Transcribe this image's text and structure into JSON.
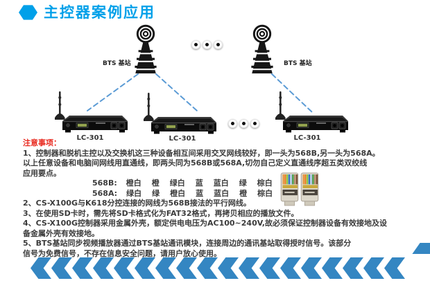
{
  "colors": {
    "accent_blue": "#00a0e9",
    "dashed_line_blue": "#5b9bd5",
    "chevron_blue": "#3486c2",
    "heading_red": "#e8281e",
    "body_text": "#3b3b3b"
  },
  "header": {
    "title": "主控器案例应用"
  },
  "diagram": {
    "bts_label": "BTS 基站",
    "device_labels": [
      "LC-301",
      "LC-301",
      "LC-301"
    ]
  },
  "notes": {
    "heading": "注意事项：",
    "item1_line1": "1、控制器和脱机主控以及交换机这三种设备相互间采用交叉网线较好，即一头为568B,另一头为568A。",
    "item1_line2": "以上任意设备和电脑间网线用直通线，即两头同为568B或568A,切勿自己定义直通线序超五类双绞线",
    "item1_line3": "应用要点。",
    "wiring": {
      "b_label": "568B:",
      "b_sequence": [
        "橙白",
        "橙",
        "绿白",
        "蓝",
        "蓝白",
        "绿",
        "棕白",
        "棕"
      ],
      "a_label": "568A:",
      "a_sequence": [
        "绿白",
        "绿",
        "橙白",
        "蓝",
        "蓝白",
        "橙",
        "棕白",
        "棕"
      ]
    },
    "item2": "2、CS-X100G与K618分控连接的网线为568B接法的平行网线。",
    "item3": "3、在使用SD卡时，需先将SD卡格式化为FAT32格式，再拷贝相应的播放文件。",
    "item4_line1": "4、CS-X100G控制器采用金属外壳，额定供电电压为AC100~240V,故必须保证控制器设备有效接地及设",
    "item4_line2": "备金属外壳有效接地。",
    "item5_line1": "5、BTS基站同步视频播放器通过BTS基站通讯模块，连接周边的通讯基站取得授时信号。该部分",
    "item5_line2": "信号为免费信号，不存在信息安全问题，请用户放心使用。"
  }
}
